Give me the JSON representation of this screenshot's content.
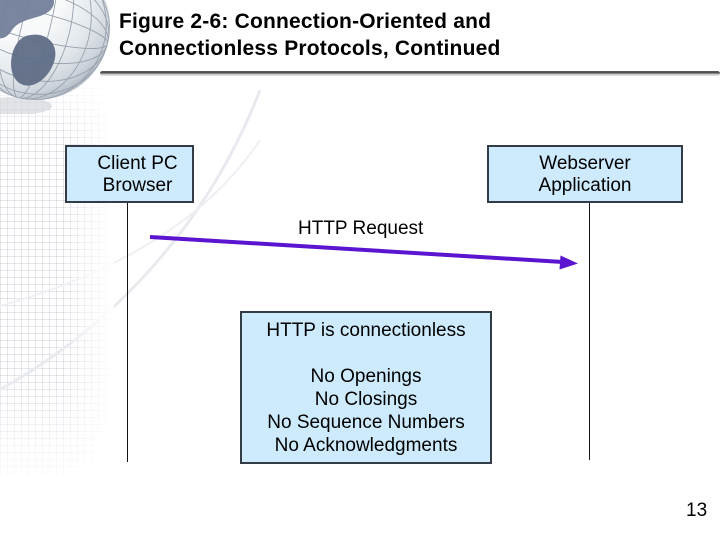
{
  "slide": {
    "title_line1": "Figure 2-6: Connection-Oriented and",
    "title_line2": "Connectionless Protocols, Continued",
    "page_number": "13"
  },
  "actors": {
    "client": {
      "line1": "Client PC",
      "line2": "Browser"
    },
    "server": {
      "line1": "Webserver",
      "line2": "Application"
    }
  },
  "message": {
    "label": "HTTP Request"
  },
  "info_box": {
    "heading": "HTTP is connectionless",
    "items": [
      "No Openings",
      "No Closings",
      "No Sequence Numbers",
      "No Acknowledgments"
    ]
  },
  "colors": {
    "box_fill": "#cdebfd",
    "box_border": "#333c46",
    "arrow": "#5b14d0",
    "text": "#000000",
    "title_rule": "#4c4c4c"
  },
  "icons": {
    "globe": "globe-graphic"
  }
}
